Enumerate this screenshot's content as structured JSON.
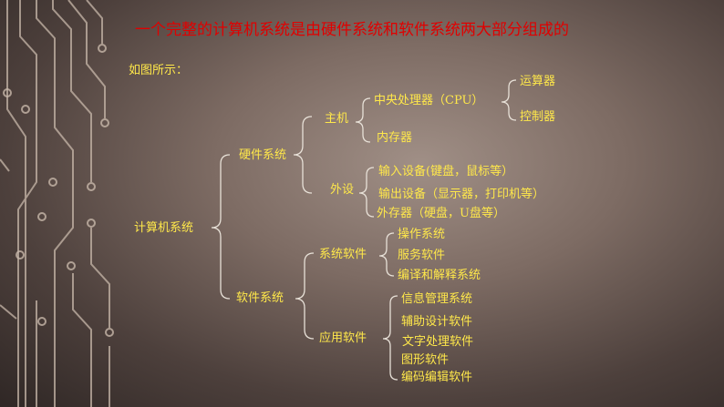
{
  "slide": {
    "title": "一个完整的计算机系统是由硬件系统和软件系统两大部分组成的",
    "subtitle": "如图所示：",
    "colors": {
      "title": "#e00000",
      "text": "#ffe84a",
      "brace": "#e8e1d8",
      "circuit": "#c8b8aa"
    },
    "tree": {
      "root": "计算机系统",
      "hardware": {
        "label": "硬件系统",
        "host": {
          "label": "主机",
          "cpu": {
            "label": "中央处理器（CPU）",
            "children": [
              "运算器",
              "控制器"
            ]
          },
          "memory": "内存器"
        },
        "peripherals": {
          "label": "外设",
          "children": [
            "输入设备(键盘，鼠标等）",
            "输出设备（显示器，打印机等）",
            "外存器（硬盘，U盘等）"
          ]
        }
      },
      "software": {
        "label": "软件系统",
        "system_software": {
          "label": "系统软件",
          "children": [
            "操作系统",
            "服务软件",
            "编译和解释系统"
          ]
        },
        "application_software": {
          "label": "应用软件",
          "children": [
            "信息管理系统",
            "辅助设计软件",
            "文字处理软件",
            "图形软件",
            "编码编辑软件"
          ]
        }
      }
    }
  }
}
